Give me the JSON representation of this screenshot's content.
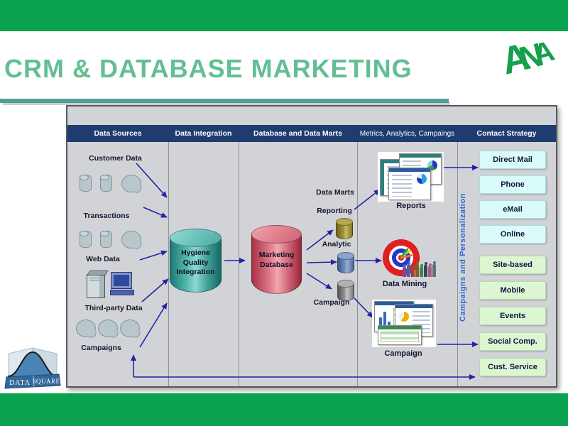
{
  "theme": {
    "green": "#09A24E",
    "title_green": "#62BF92",
    "rule_teal": "#4F9F9C",
    "navy": "#1E3C70",
    "panel_gray": "#D2D3D7",
    "arrow_blue": "#2222A6",
    "cyan_btn": "#D9FBF9",
    "green_btn": "#DCF6D2",
    "vtext_blue": "#2A6AD4",
    "ana_green": "#17A04B"
  },
  "header": {
    "title": "CRM & DATABASE MARKETING",
    "logo": {
      "a1": "A",
      "n": "N",
      "a2": "A"
    }
  },
  "diagram": {
    "columns": [
      "Data Sources",
      "Data Integration",
      "Database and Data Marts",
      "Metrics, Analytics, Campaings",
      "Contact Strategy"
    ],
    "sources": {
      "customer": "Customer Data",
      "transactions": "Transactions",
      "web": "Web Data",
      "third_party": "Third-party Data",
      "campaigns": "Campaigns"
    },
    "integration": {
      "hygiene": "Hygiene\nQuality\nIntegration"
    },
    "marts": {
      "marketing": "Marketing\nDatabase",
      "title": "Data Marts",
      "reporting": "Reporting",
      "analytic": "Analytic",
      "campaign": "Campaign"
    },
    "outputs": {
      "reports": "Reports",
      "mining": "Data Mining",
      "campaign": "Campaign"
    },
    "contact": {
      "vertical": "Campaigns and Personalization",
      "cyan": [
        "Direct Mail",
        "Phone",
        "eMail",
        "Online"
      ],
      "green": [
        "Site-based",
        "Mobile",
        "Events",
        "Social Comp.",
        "Cust. Service"
      ]
    }
  },
  "footer": {
    "logo": {
      "word1": "DATA",
      "word2": "SQUARE"
    }
  }
}
